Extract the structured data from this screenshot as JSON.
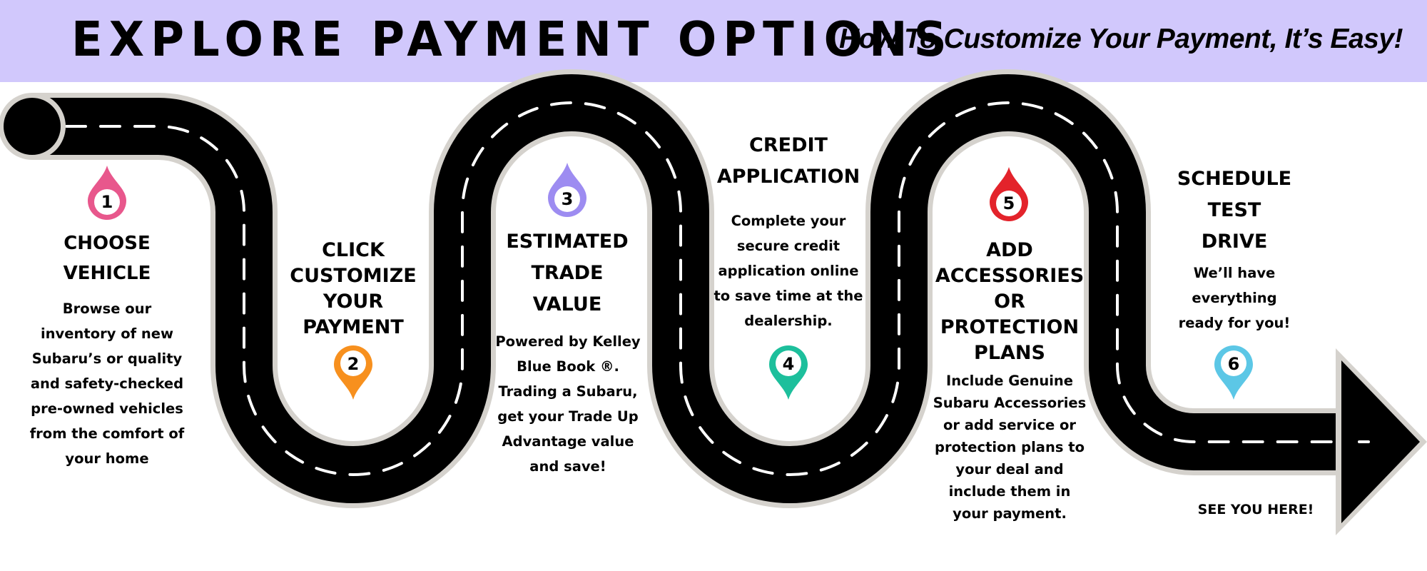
{
  "header": {
    "title": "EXPLORE PAYMENT OPTIONS",
    "subtitle": "How To Customize Your Payment, It’s Easy!",
    "background_color": "#d1c8fc"
  },
  "road": {
    "color": "#000000",
    "border_color": "#d5d2cd",
    "lane_color": "#ffffff"
  },
  "steps": [
    {
      "number": "1",
      "title": "CHOOSE\nVEHICLE",
      "description": "Browse our\ninventory of new\nSubaru’s or quality\nand safety-checked\npre-owned vehicles\nfrom the comfort of\nyour home",
      "pin_color": "#e8578c",
      "pin_icon": "map-pin-icon"
    },
    {
      "number": "2",
      "title": "CLICK\nCUSTOMIZE\nYOUR\nPAYMENT",
      "description": "",
      "pin_color": "#f7901e",
      "pin_icon": "map-pin-icon"
    },
    {
      "number": "3",
      "title": "ESTIMATED\nTRADE\nVALUE",
      "description": "Powered by Kelley\nBlue Book ®.\nTrading a Subaru,\nget your Trade Up\nAdvantage value\nand save!",
      "pin_color": "#9d8cf1",
      "pin_icon": "map-pin-icon"
    },
    {
      "number": "4",
      "title": "CREDIT\nAPPLICATION",
      "description": "Complete your\nsecure credit\napplication online\nto save time at the\ndealership.",
      "pin_color": "#1dbf9c",
      "pin_icon": "map-pin-icon"
    },
    {
      "number": "5",
      "title": "ADD\nACCESSORIES\nOR\nPROTECTION\nPLANS",
      "description": "Include Genuine\nSubaru Accessories\nor add service or\nprotection plans to\nyour deal and\ninclude them in\nyour payment.",
      "pin_color": "#e3232b",
      "pin_icon": "map-pin-icon"
    },
    {
      "number": "6",
      "title": "SCHEDULE\nTEST\nDRIVE",
      "description": "We’ll have\neverything\nready for you!",
      "pin_color": "#5cc7e6",
      "pin_icon": "map-pin-icon"
    }
  ],
  "footer_note": "SEE YOU HERE!"
}
